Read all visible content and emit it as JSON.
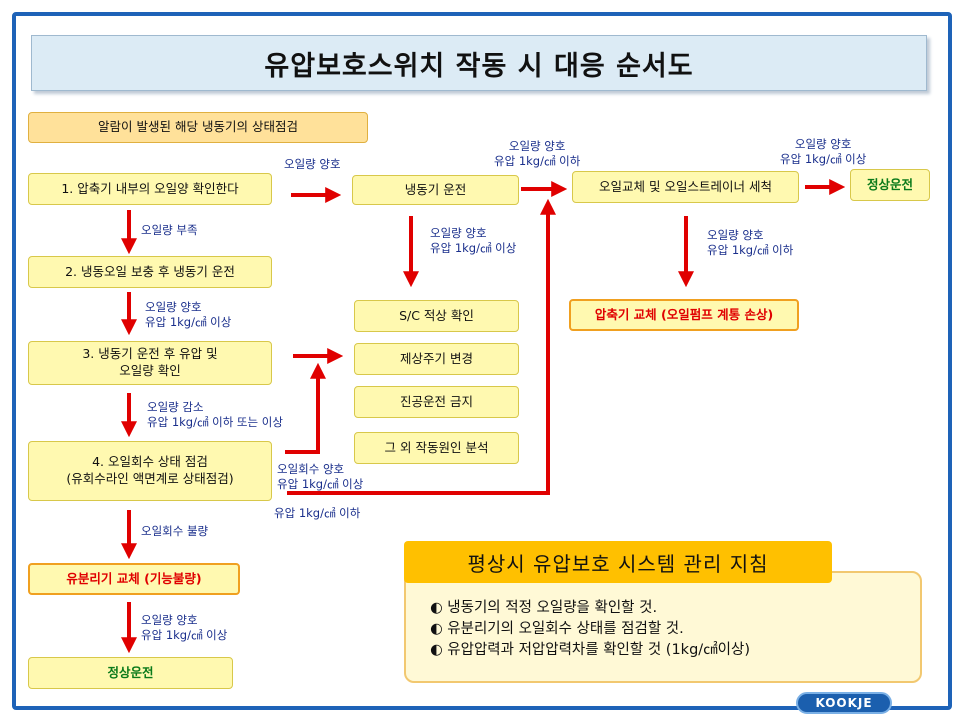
{
  "title": "유압보호스위치  작동 시  대응 순서도",
  "nodes": {
    "header": "알람이 발생된 해당 냉동기의 상태점검",
    "step1": "1. 압축기 내부의 오일양 확인한다",
    "step2": "2. 냉동오일 보충 후 냉동기 운전",
    "step3": "3. 냉동기 운전 후 유압 및\n오일량 확인",
    "step4": "4. 오일회수 상태 점검\n(유회수라인 액면계로 상태점검)",
    "separator": "유분리기 교체 (기능불량)",
    "normal_bottom": "정상운전",
    "run": "냉동기 운전",
    "sc": "S/C 적상 확인",
    "defrost": "제상주기 변경",
    "vacuum": "진공운전 금지",
    "other": "그 외 작동원인 분석",
    "oil_change": "오일교체 및 오일스트레이너 세척",
    "normal_top": "정상운전",
    "compressor": "압축기 교체 (오일펌프 계통 손상)"
  },
  "labels": {
    "l1": "오일량 양호",
    "l2": "오일량 양호\n유압 1kg/㎠ 이하",
    "l3": "오일량 양호\n유압 1kg/㎠ 이상",
    "l4": "오일량 부족",
    "l5": "오일량 양호\n유압 1kg/㎠ 이상",
    "l6": "오일량 양호\n유압 1kg/㎠ 이상",
    "l7": "오일량 양호\n유압 1kg/㎠ 이하",
    "l8": "오일량 감소\n유압 1kg/㎠ 이하 또는 이상",
    "l9": "오일회수 양호\n유압 1kg/㎠ 이상",
    "l10": "유압 1kg/㎠ 이하",
    "l11": "오일회수 불량",
    "l12": "오일량 양호\n유압 1kg/㎠ 이상"
  },
  "guide": {
    "title": "평상시 유압보호 시스템 관리 지침",
    "items": [
      "◐ 냉동기의 적정 오일량을 확인할 것.",
      "◐ 유분리기의 오일회수 상태를 점검할 것.",
      "◐ 유압압력과 저압압력차를 확인할 것 (1kg/㎠이상)"
    ]
  },
  "logo": "KOOKJE",
  "colors": {
    "arrow": "#e00000",
    "label": "#1a2f8c",
    "box": "#fff9b0",
    "border": "#1e63b8"
  }
}
